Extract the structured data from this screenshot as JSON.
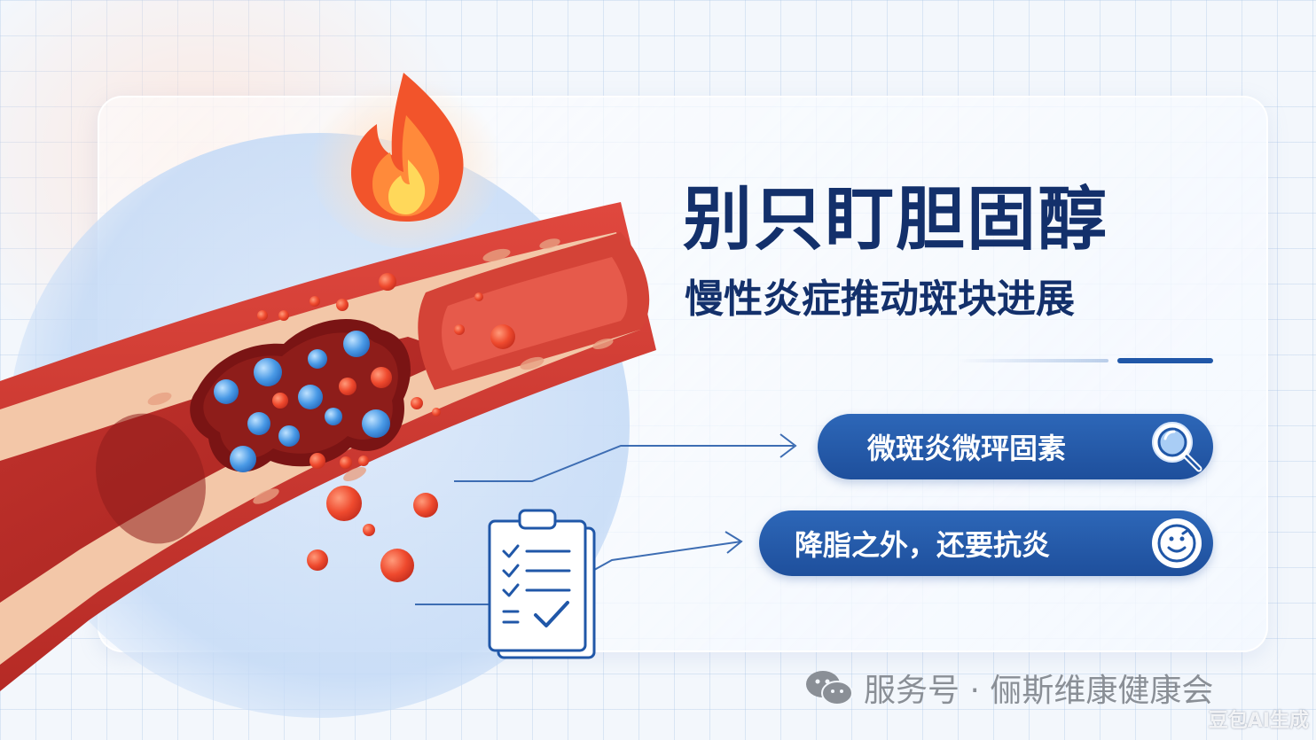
{
  "headline": {
    "title": "别只盯胆固醇",
    "subtitle": "慢性炎症推动斑块进展"
  },
  "callouts": [
    {
      "label": "微斑炎微玶固素",
      "icon": "magnifier-icon"
    },
    {
      "label": "降脂之外，还要抗炎",
      "icon": "smile-check-icon"
    }
  ],
  "watermark": {
    "text": "服务号 · 俪斯维康健康会",
    "icon": "wechat-icon"
  },
  "ai_tag": "豆包AI生成",
  "colors": {
    "navy": "#13306b",
    "pill_blue": "#2057a8",
    "artery_red": "#c8322c",
    "vessel_tissue": "#f3c7a8",
    "flame_orange": "#ff6a2a",
    "particle_blue": "#3d8fe0"
  }
}
